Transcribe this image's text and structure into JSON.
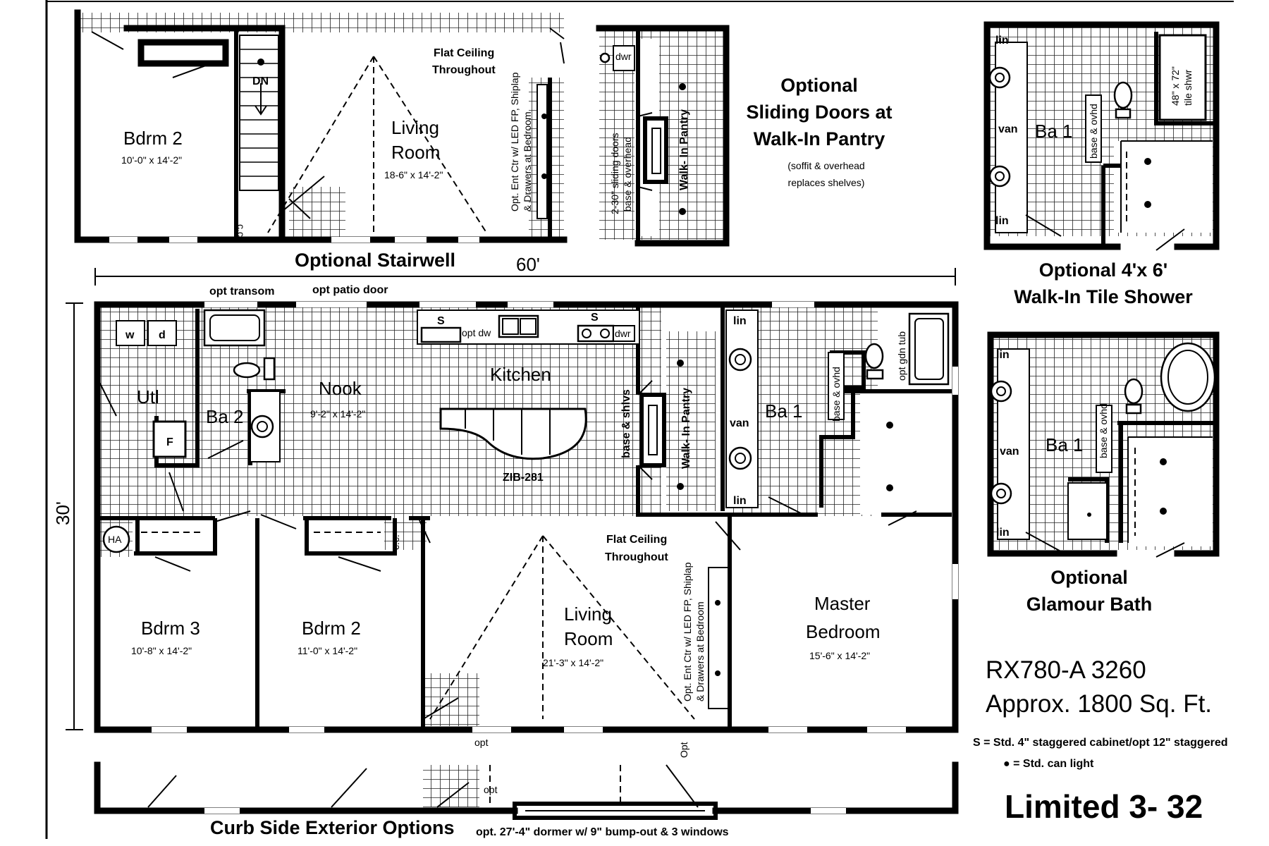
{
  "upper_plan": {
    "bedroom": {
      "name": "Bdrm 2",
      "size": "10'-0\" x 14'-2\""
    },
    "stairs": "DN",
    "living": {
      "name_1": "Living",
      "name_2": "Room",
      "size": "18-6\" x 14'-2\""
    },
    "ceiling_1": "Flat Ceiling",
    "ceiling_2": "Throughout",
    "ent_ctr_1": "Opt. Ent Ctr w/ LED FP, Shiplap",
    "ent_ctr_2": "& Drawers at Bedroom",
    "cc": "c.c.",
    "caption": "Optional Stairwell"
  },
  "pantry_option": {
    "sliding": "2-30\" sliding doors",
    "base": "base & overhead",
    "pantry": "Walk- In Pantry",
    "dwr": "dwr",
    "title_1": "Optional",
    "title_2": "Sliding Doors at",
    "title_3": "Walk-In Pantry",
    "note_1": "(soffit & overhead",
    "note_2": "replaces shelves)"
  },
  "shower_option": {
    "lin_top": "lin",
    "lin_bottom": "lin",
    "van": "van",
    "bath": "Ba 1",
    "base_ovhd": "base & ovhd",
    "shower": "48\" x 72\"",
    "shower_2": "tile shwr",
    "caption_1": "Optional 4'x 6'",
    "caption_2": "Walk-In Tile Shower"
  },
  "glamour_option": {
    "lin_top": "lin",
    "lin_bottom": "lin",
    "van": "van",
    "bath": "Ba 1",
    "base_ovhd": "base & ovhd",
    "caption_1": "Optional",
    "caption_2": "Glamour Bath"
  },
  "dimensions": {
    "length": "60'",
    "width": "30'"
  },
  "main_plan": {
    "opt_transom": "opt transom",
    "opt_patio_door": "opt patio door",
    "util": "Utl",
    "washer": "w",
    "dryer": "d",
    "furnace": "F",
    "bath2": "Ba 2",
    "nook": {
      "name": "Nook",
      "size": "9'-2\" x 14'-2\""
    },
    "kitchen": "Kitchen",
    "s_mark_1": "S",
    "s_mark_2": "S",
    "opt_dw": "opt dw",
    "dwr": "dwr",
    "island": "ZIB-281",
    "base_shlvs": "base & shlvs",
    "pantry": "Walk- In Pantry",
    "lin_top": "lin",
    "lin_bottom": "lin",
    "van": "van",
    "bath1": "Ba 1",
    "base_ovhd": "base & ovhd",
    "opt_gdn_tub": "opt gdn tub",
    "ha": "HA",
    "cc": "c.c.",
    "bdrm3": {
      "name": "Bdrm 3",
      "size": "10'-8\" x 14'-2\""
    },
    "bdrm2": {
      "name": "Bdrm 2",
      "size": "11'-0\" x 14'-2\""
    },
    "living": {
      "name_1": "Living",
      "name_2": "Room",
      "size": "21'-3\" x 14'-2\""
    },
    "ceiling_1": "Flat Ceiling",
    "ceiling_2": "Throughout",
    "ent_ctr_1": "Opt. Ent Ctr w/ LED FP, Shiplap",
    "ent_ctr_2": "& Drawers at Bedroom",
    "master": {
      "name_1": "Master",
      "name_2": "Bedroom",
      "size": "15'-6\" x 14'-2\""
    },
    "opt": "opt"
  },
  "exterior": {
    "opt_1": "opt",
    "opt_2": "Opt",
    "caption": "Curb Side Exterior Options",
    "dormer": "opt. 27'-4\" dormer w/ 9\" bump-out & 3 windows"
  },
  "info": {
    "model": "RX780-A 3260",
    "area": "Approx. 1800 Sq. Ft.",
    "legend_s": "S = Std. 4\" staggered cabinet/opt 12\" staggered",
    "legend_light": "● = Std. can light",
    "series": "Limited 3- 32"
  }
}
